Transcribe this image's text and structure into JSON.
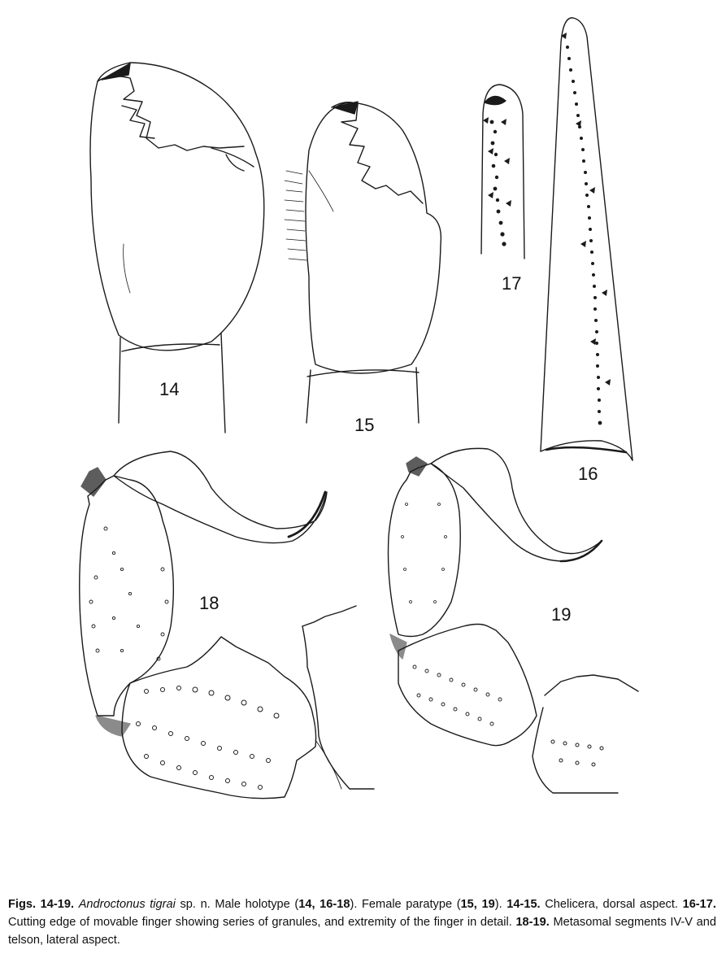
{
  "figures": {
    "fig14": "14",
    "fig15": "15",
    "fig16": "16",
    "fig17": "17",
    "fig18": "18",
    "fig19": "19"
  },
  "caption": {
    "figs_label": "Figs. 14-19.",
    "species": "Androctonus tigrai",
    "part1": " sp. n. Male holotype (",
    "holotype_figs": "14, 16-18",
    "part2": "). Female paratype (",
    "paratype_figs": "15, 19",
    "part3": "). ",
    "chelicera_figs": "14-15.",
    "chelicera_text": " Chelicera, dorsal aspect. ",
    "finger_figs": "16-17.",
    "finger_text": " Cutting edge of movable finger showing series of granules, and extremity of the finger in detail. ",
    "metasoma_figs": "18-19.",
    "metasoma_text": " Metasomal segments IV-V and telson, lateral aspect."
  }
}
